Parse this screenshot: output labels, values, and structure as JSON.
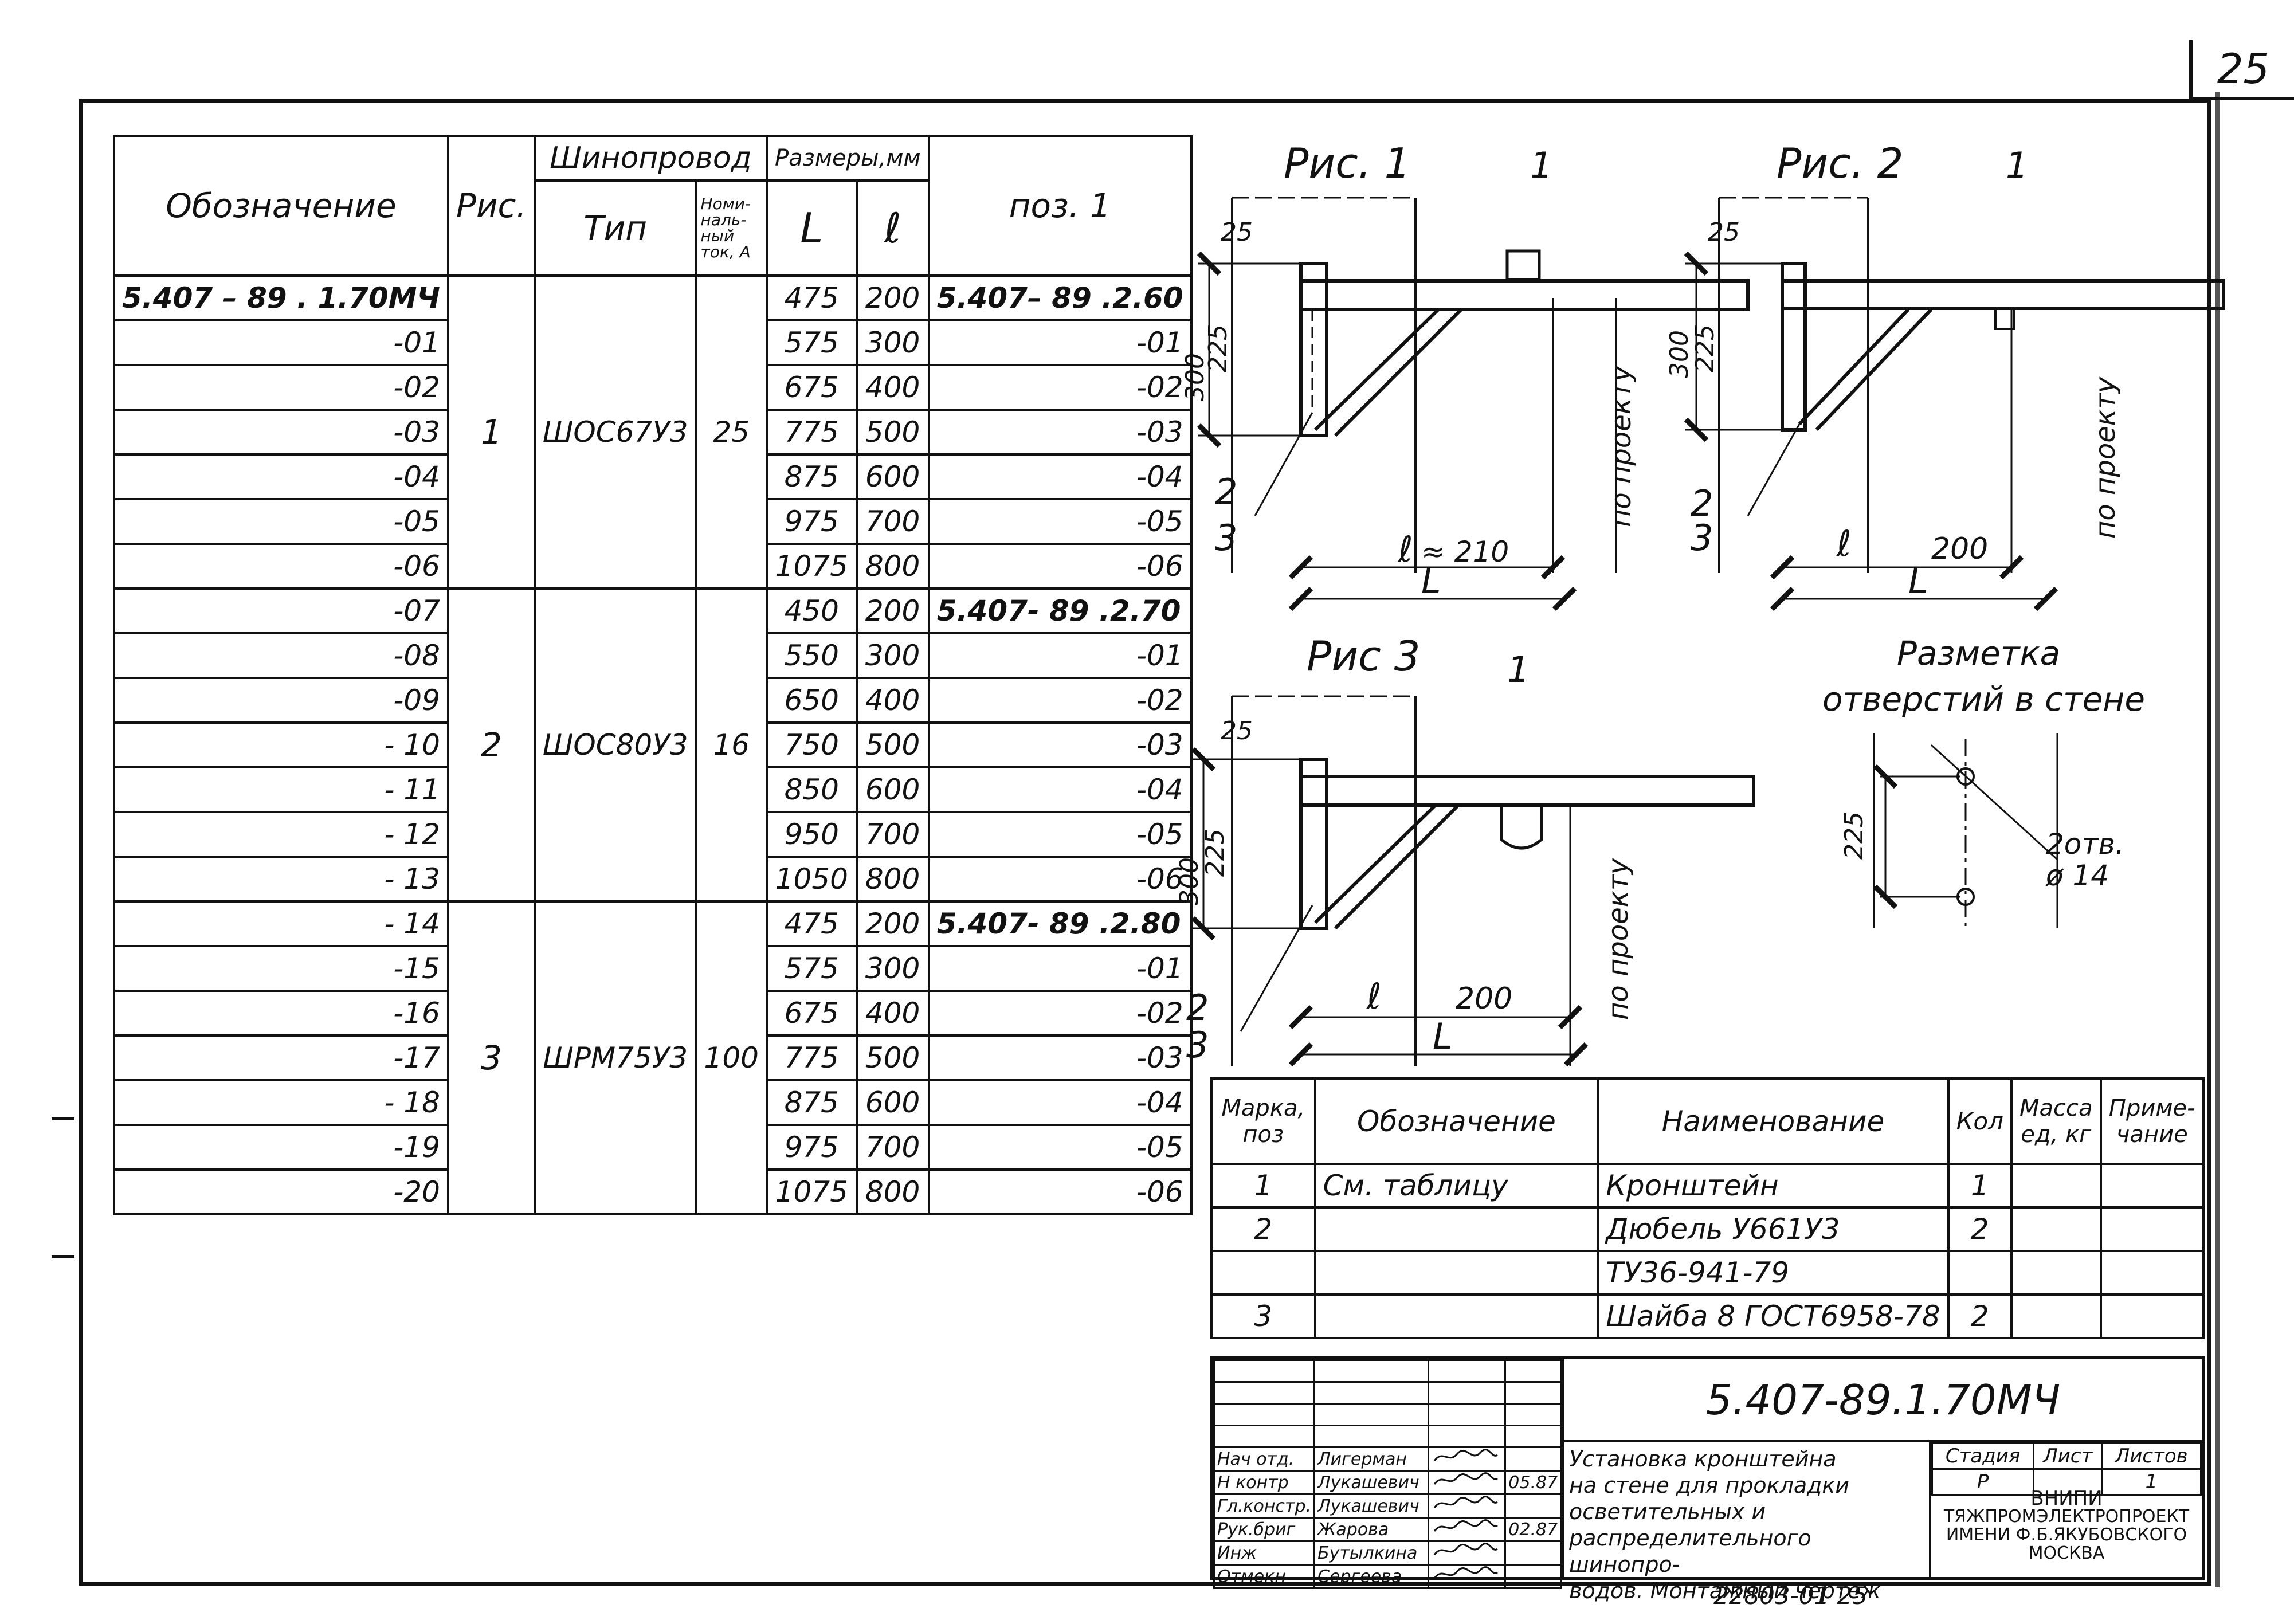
{
  "sheet_number": "25",
  "main_table": {
    "headers": {
      "designation": "Обозначение",
      "fig": "Рис.",
      "busbar": "Шинопровод",
      "busbar_type": "Тип",
      "busbar_current": "Номи-\nналь-\nный\nток, А",
      "dims": "Размеры,мм",
      "L": "L",
      "l": "ℓ",
      "pos1": "поз. 1"
    },
    "groups": [
      {
        "fig": "1",
        "type": "ШОС67У3",
        "current": "25"
      },
      {
        "fig": "2",
        "type": "ШОС80У3",
        "current": "16"
      },
      {
        "fig": "3",
        "type": "ШРМ75У3",
        "current": "100"
      }
    ],
    "rows": [
      {
        "designation": "5.407 – 89 . 1.70МЧ",
        "L": "475",
        "l": "200",
        "pos1": "5.407– 89 .2.60"
      },
      {
        "designation": "-01",
        "L": "575",
        "l": "300",
        "pos1": "-01"
      },
      {
        "designation": "-02",
        "L": "675",
        "l": "400",
        "pos1": "-02"
      },
      {
        "designation": "-03",
        "L": "775",
        "l": "500",
        "pos1": "-03"
      },
      {
        "designation": "-04",
        "L": "875",
        "l": "600",
        "pos1": "-04"
      },
      {
        "designation": "-05",
        "L": "975",
        "l": "700",
        "pos1": "-05"
      },
      {
        "designation": "-06",
        "L": "1075",
        "l": "800",
        "pos1": "-06"
      },
      {
        "designation": "-07",
        "L": "450",
        "l": "200",
        "pos1": "5.407- 89 .2.70"
      },
      {
        "designation": "-08",
        "L": "550",
        "l": "300",
        "pos1": "-01"
      },
      {
        "designation": "-09",
        "L": "650",
        "l": "400",
        "pos1": "-02"
      },
      {
        "designation": "- 10",
        "L": "750",
        "l": "500",
        "pos1": "-03"
      },
      {
        "designation": "- 11",
        "L": "850",
        "l": "600",
        "pos1": "-04"
      },
      {
        "designation": "- 12",
        "L": "950",
        "l": "700",
        "pos1": "-05"
      },
      {
        "designation": "- 13",
        "L": "1050",
        "l": "800",
        "pos1": "-06"
      },
      {
        "designation": "- 14",
        "L": "475",
        "l": "200",
        "pos1": "5.407- 89 .2.80"
      },
      {
        "designation": "-15",
        "L": "575",
        "l": "300",
        "pos1": "-01"
      },
      {
        "designation": "-16",
        "L": "675",
        "l": "400",
        "pos1": "-02"
      },
      {
        "designation": "-17",
        "L": "775",
        "l": "500",
        "pos1": "-03"
      },
      {
        "designation": "- 18",
        "L": "875",
        "l": "600",
        "pos1": "-04"
      },
      {
        "designation": "-19",
        "L": "975",
        "l": "700",
        "pos1": "-05"
      },
      {
        "designation": "-20",
        "L": "1075",
        "l": "800",
        "pos1": "-06"
      }
    ]
  },
  "drawings": {
    "fig1": {
      "title": "Рис. 1",
      "pos1": "1",
      "pos2": "2",
      "pos3": "3",
      "dim25": "25",
      "dim300": "300",
      "dim225": "225",
      "dim_l": "ℓ",
      "dim_210": "≈ 210",
      "dim_L": "L",
      "by_project": "по проекту"
    },
    "fig2": {
      "title": "Рис. 2",
      "pos1": "1",
      "pos2": "2",
      "pos3": "3",
      "dim25": "25",
      "dim300": "300",
      "dim225": "225",
      "dim_l": "ℓ",
      "dim_200": "200",
      "dim_L": "L",
      "by_project": "по проекту"
    },
    "fig3": {
      "title": "Рис 3",
      "pos1": "1",
      "pos2": "2",
      "pos3": "3",
      "dim25": "25",
      "dim300": "300",
      "dim225": "225",
      "dim_l": "ℓ",
      "dim_200": "200",
      "dim_L": "L",
      "by_project": "по проекту"
    },
    "holes": {
      "title_line1": "Разметка",
      "title_line2": "отверстий в стене",
      "dim225": "225",
      "holes_count": "2отв.",
      "hole_dia": "ø 14"
    }
  },
  "spec_table": {
    "headers": {
      "mark": "Марка,\nпоз",
      "designation": "Обозначение",
      "name": "Наименование",
      "qty": "Кол",
      "mass": "Масса\nед, кг",
      "note": "Приме-\nчание"
    },
    "rows": [
      {
        "mark": "1",
        "designation": "См. таблицу",
        "name": "Кронштейн",
        "qty": "1",
        "mass": "",
        "note": ""
      },
      {
        "mark": "2",
        "designation": "",
        "name": "Дюбель У661У3",
        "qty": "2",
        "mass": "",
        "note": ""
      },
      {
        "mark": "",
        "designation": "",
        "name": "ТУ36-941-79",
        "qty": "",
        "mass": "",
        "note": ""
      },
      {
        "mark": "3",
        "designation": "",
        "name": "Шайба 8 ГОСТ6958-78",
        "qty": "2",
        "mass": "",
        "note": ""
      }
    ]
  },
  "title_block": {
    "doc_number": "5.407-89.1.70МЧ",
    "signers": [
      {
        "role": "Нач отд.",
        "name": "Лигерман",
        "date": ""
      },
      {
        "role": "Н контр",
        "name": "Лукашевич",
        "date": "05.87"
      },
      {
        "role": "Гл.констр.",
        "name": "Лукашевич",
        "date": ""
      },
      {
        "role": "Рук.бриг",
        "name": "Жарова",
        "date": "02.87"
      },
      {
        "role": "Инж",
        "name": "Бутылкина",
        "date": ""
      },
      {
        "role": "Отмекн",
        "name": "Сергеева",
        "date": ""
      }
    ],
    "title_lines": [
      "Установка кронштейна",
      "на стене для прокладки",
      "осветительных и",
      "распределительного шинопро-",
      "водов. Монтажный чертеж"
    ],
    "stage_label": "Стадия",
    "sheet_label": "Лист",
    "sheets_label": "Листов",
    "stage": "Р",
    "sheet": "",
    "sheets": "1",
    "org_line1": "ВНИПИ",
    "org_line2": "ТЯЖПРОМЭЛЕКТРОПРОЕКТ",
    "org_line3": "ИМЕНИ Ф.Б.ЯКУБОВСКОГО",
    "org_line4": "МОСКВА"
  },
  "footer_code": "22803-01 25"
}
